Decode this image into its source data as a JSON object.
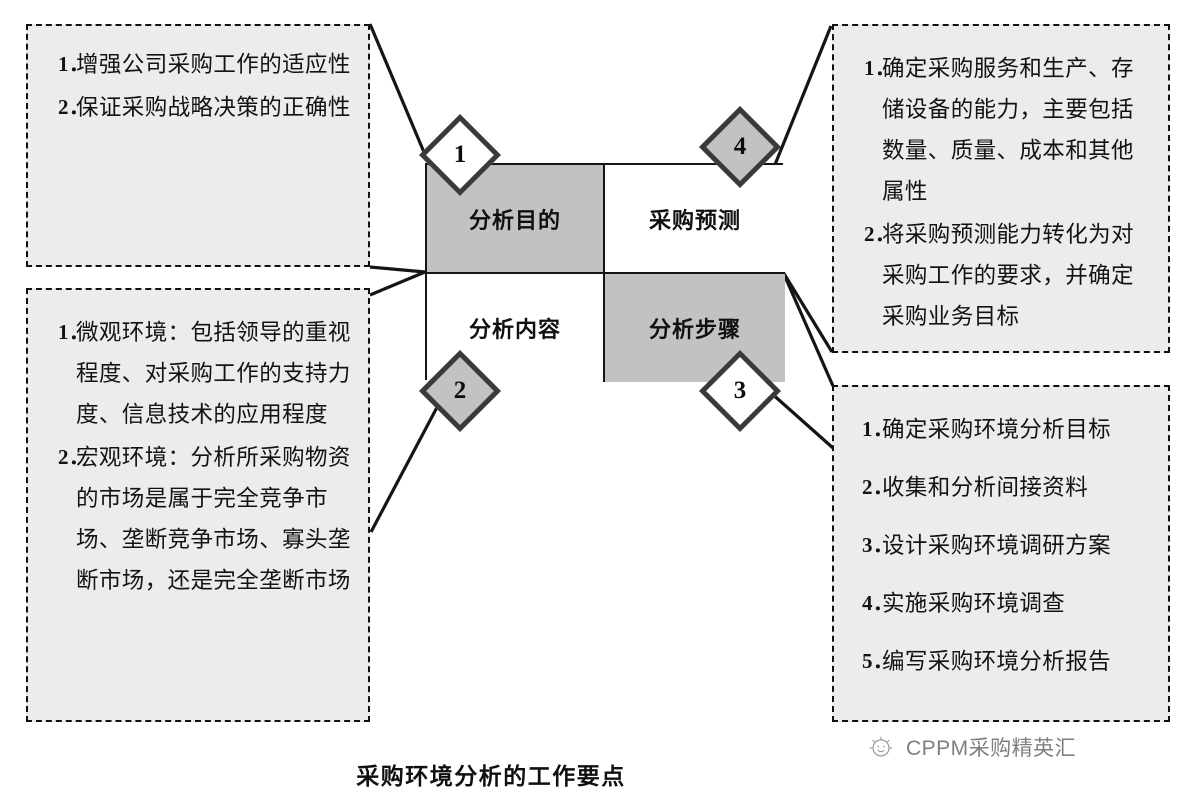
{
  "caption": "采购环境分析的工作要点",
  "watermark": {
    "text": "CPPM采购精英汇",
    "icon": "sun-face-icon"
  },
  "matrix": {
    "quadrants": [
      {
        "key": "q1",
        "label": "分析目的",
        "fill": "#c2c2c2",
        "badge": "1",
        "badge_fill": "#ffffff"
      },
      {
        "key": "q4",
        "label": "采购预测",
        "fill": "#ffffff",
        "badge": "4",
        "badge_fill": "#c2c2c2"
      },
      {
        "key": "q2",
        "label": "分析内容",
        "fill": "#ffffff",
        "badge": "2",
        "badge_fill": "#c2c2c2"
      },
      {
        "key": "q3",
        "label": "分析步骤",
        "fill": "#c2c2c2",
        "badge": "3",
        "badge_fill": "#ffffff"
      }
    ]
  },
  "panels": {
    "top_left": {
      "linked_badge": "1",
      "items": [
        {
          "num": "1．",
          "text": "增强公司采购工作的适应性"
        },
        {
          "num": "2．",
          "text": "保证采购战略决策的正确性"
        }
      ]
    },
    "bottom_left": {
      "linked_badge": "2",
      "items": [
        {
          "num": "1．",
          "text": "微观环境：包括领导的重视程度、对采购工作的支持力度、信息技术的应用程度"
        },
        {
          "num": "2．",
          "text": "宏观环境：分析所采购物资的市场是属于完全竞争市场、垄断竞争市场、寡头垄断市场，还是完全垄断市场"
        }
      ]
    },
    "top_right": {
      "linked_badge": "4",
      "items": [
        {
          "num": "1．",
          "text": "确定采购服务和生产、存储设备的能力，主要包括数量、质量、成本和其他属性"
        },
        {
          "num": "2．",
          "text": "将采购预测能力转化为对采购工作的要求，并确定采购业务目标"
        }
      ]
    },
    "bottom_right": {
      "linked_badge": "3",
      "items": [
        {
          "num": "1．",
          "text": "确定采购环境分析目标"
        },
        {
          "num": "2．",
          "text": "收集和分析间接资料"
        },
        {
          "num": "3．",
          "text": "设计采购环境调研方案"
        },
        {
          "num": "4．",
          "text": "实施采购环境调查"
        },
        {
          "num": "5．",
          "text": "编写采购环境分析报告"
        }
      ]
    }
  },
  "colors": {
    "panel_fill": "#ebeced",
    "panel_border": "#111111",
    "gray_fill": "#c2c2c2",
    "line": "#151515",
    "diamond_border": "#3a3a3a"
  }
}
